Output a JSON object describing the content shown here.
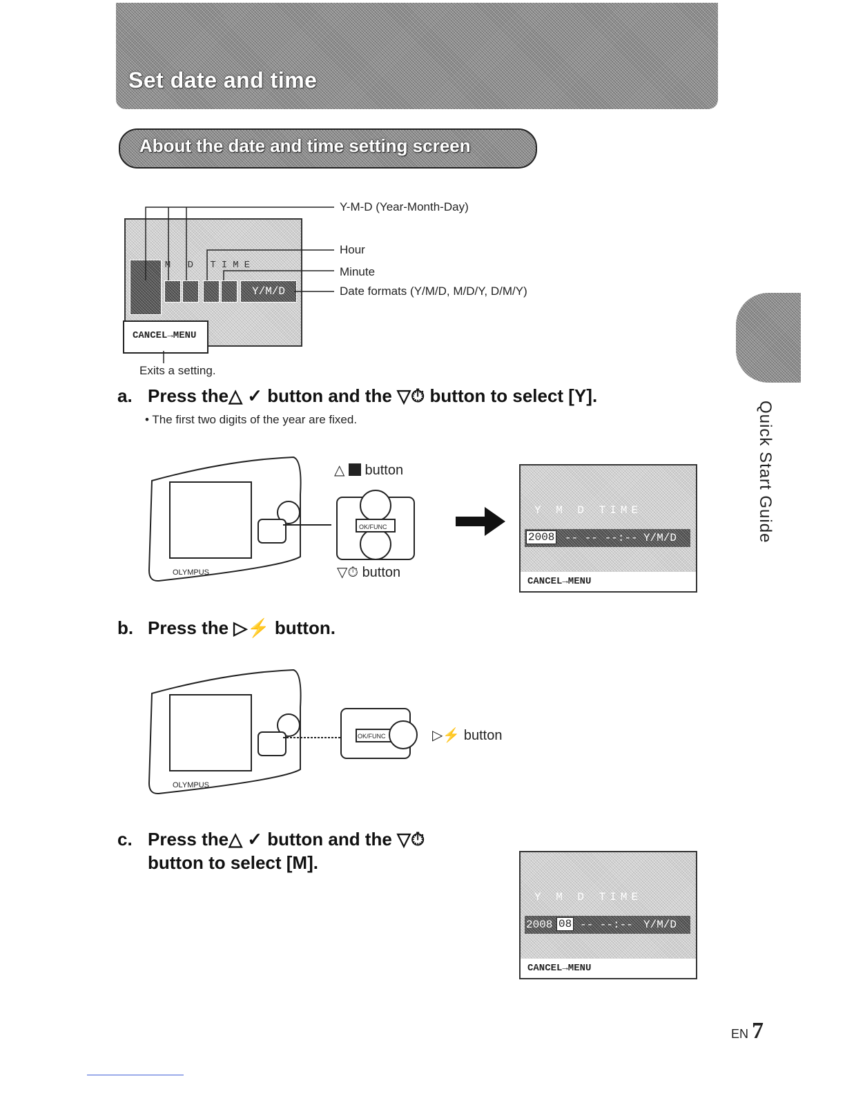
{
  "header": {
    "title": "Set date and time"
  },
  "section": {
    "title": "About the date and time setting screen"
  },
  "diagram": {
    "callouts": [
      "Y-M-D (Year-Month-Day)",
      "Hour",
      "Minute",
      "Date formats (Y/M/D, M/D/Y, D/M/Y)"
    ],
    "cancel_callout": "Exits a setting.",
    "lcd_headers": "Y M D TIME",
    "lcd_format": "Y/M/D",
    "lcd_cancel": "CANCEL→MENU"
  },
  "steps": {
    "a": {
      "label": "a.",
      "text": "Press the△ ✓ button and the ▽⏱ button to select [Y].",
      "note": "The first two digits of the year are fixed.",
      "up_button": "button",
      "down_button": "button",
      "lcd_year": "2008",
      "lcd_rest": "-- -- --:--",
      "lcd_format": "Y/M/D",
      "lcd_headers": "Y M D TIME",
      "lcd_cancel": "CANCEL→MENU"
    },
    "b": {
      "label": "b.",
      "text": "Press the ▷⚡ button.",
      "right_button": "button"
    },
    "c": {
      "label": "c.",
      "text_line1": "Press the△ ✓ button and the ▽⏱",
      "text_line2": "button to select [M].",
      "lcd_year": "2008",
      "lcd_month": "08",
      "lcd_rest": "-- --:--",
      "lcd_format": "Y/M/D",
      "lcd_headers": "Y M D TIME",
      "lcd_cancel": "CANCEL→MENU"
    }
  },
  "camera": {
    "brand": "OLYMPUS",
    "ok_label": "OK/FUNC"
  },
  "sidebar": {
    "label": "Quick Start Guide"
  },
  "footer": {
    "lang": "EN",
    "page": "7"
  }
}
